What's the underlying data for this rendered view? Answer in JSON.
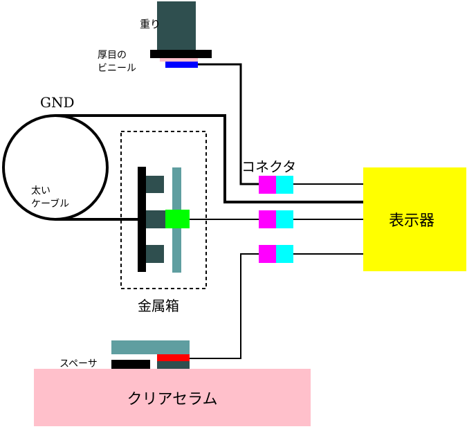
{
  "labels": {
    "weight": "重り",
    "vinyl_line1": "厚目の",
    "vinyl_line2": "ビニール",
    "gnd": "GND",
    "thick_cable_line1": "太い",
    "thick_cable_line2": "ケーブル",
    "connector": "コネクタ",
    "metal_box": "金属箱",
    "display": "表示器",
    "spacer": "スペーサ",
    "clear_ceramic": "クリアセラム"
  },
  "colors": {
    "weight": "#2f4f4f",
    "teal": "#5f9ea0",
    "blue_pad": "#0000ff",
    "magenta": "#ff00ff",
    "cyan": "#00ffff",
    "green": "#00ff00",
    "display": "#ffff00",
    "ceramic": "#ffc0cb",
    "red": "#ff0000",
    "black": "#000000"
  }
}
